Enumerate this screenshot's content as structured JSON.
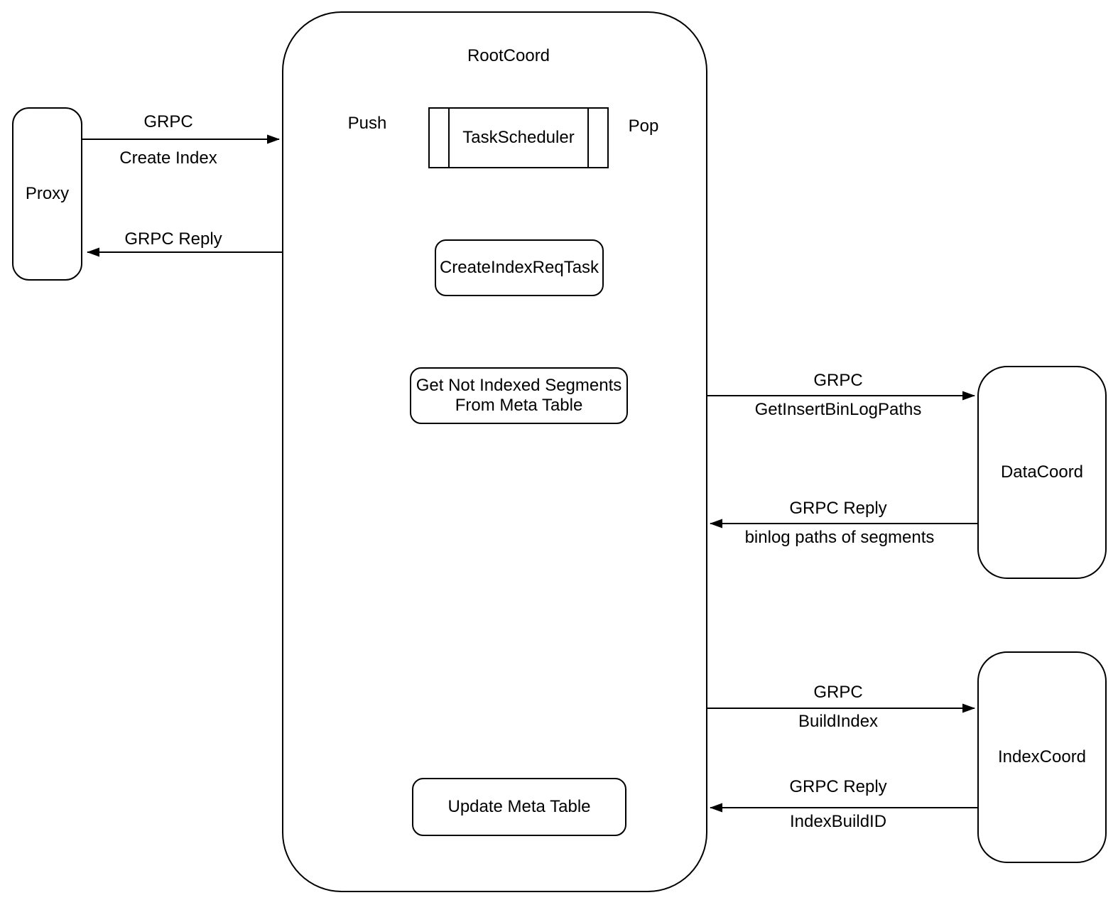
{
  "diagram": {
    "title": "RootCoord",
    "colors": {
      "stroke": "#000000",
      "text": "#000000",
      "background": "#ffffff"
    },
    "nodes": {
      "proxy": "Proxy",
      "root_coord": "RootCoord",
      "task_scheduler": "TaskScheduler",
      "create_index_req_task": "CreateIndexReqTask",
      "get_not_indexed_line1": "Get Not Indexed Segments",
      "get_not_indexed_line2": "From Meta Table",
      "update_meta_table": "Update Meta Table",
      "data_coord": "DataCoord",
      "index_coord": "IndexCoord"
    },
    "edges": {
      "create_index": {
        "protocol": "GRPC",
        "method": "Create Index"
      },
      "reply_to_proxy": {
        "protocol": "GRPC Reply"
      },
      "push": {
        "label": "Push"
      },
      "pop": {
        "label": "Pop"
      },
      "get_insert_binlog_paths": {
        "protocol": "GRPC",
        "method": "GetInsertBinLogPaths"
      },
      "reply_binlog_paths": {
        "protocol": "GRPC Reply",
        "method": "binlog paths of segments"
      },
      "build_index": {
        "protocol": "GRPC",
        "method": "BuildIndex"
      },
      "reply_index_build_id": {
        "protocol": "GRPC Reply",
        "method": "IndexBuildID"
      }
    }
  }
}
